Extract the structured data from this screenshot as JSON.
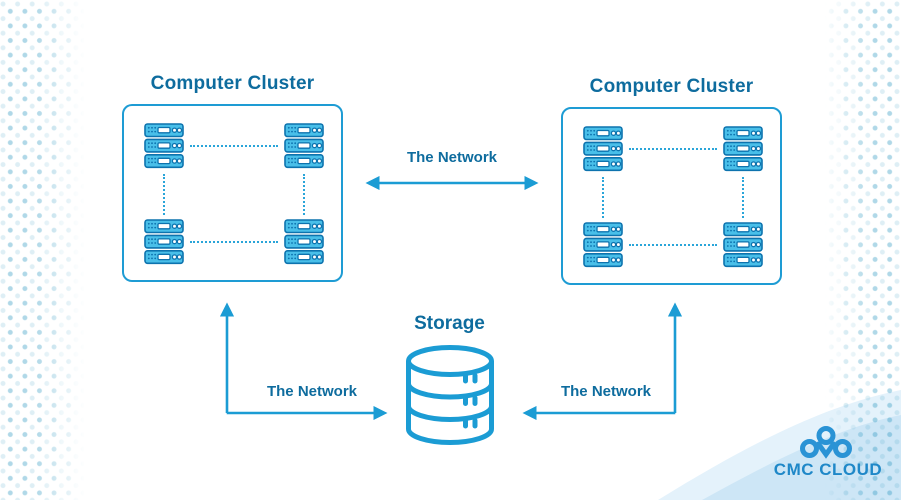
{
  "diagram": {
    "clusters": [
      {
        "title": "Computer Cluster"
      },
      {
        "title": "Computer Cluster"
      }
    ],
    "links": {
      "center_label": "The Network",
      "left_label": "The Network",
      "right_label": "The Network"
    },
    "storage": {
      "title": "Storage"
    },
    "branding": {
      "logo_text": "CMC CLOUD"
    },
    "icons": {
      "server": "server-icon",
      "database": "database-icon",
      "cloud_logo": "cmc-cloud-logo-icon",
      "arrows": "network-arrow-icon"
    },
    "colors": {
      "box_outline": "#1e9cd4",
      "arrow_blue": "#1b9cd4",
      "dotted_link": "#2aa5d9",
      "server_fill": "#49bfe9",
      "server_stroke": "#0d73ae",
      "heading_text": "#0e6c9e",
      "logo_blue": "#2a93d5",
      "logo_text_blue": "#1f88c8",
      "dot_pattern": "#8ecfe6",
      "wave_light": "#e4f2fb",
      "wave_deep": "#cde6f6"
    }
  }
}
